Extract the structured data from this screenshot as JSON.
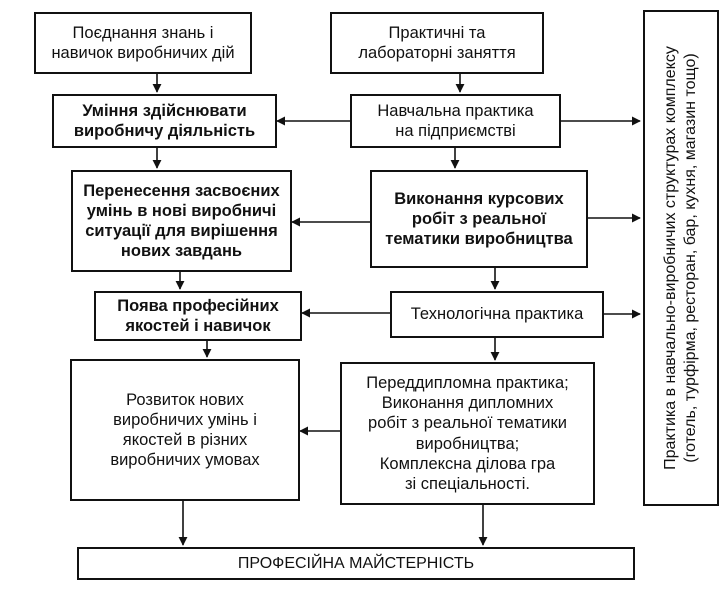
{
  "left_column": {
    "b1": "Поєднання знань і\nнавичок виробничих дій",
    "b2": "Уміння здійснювати\nвиробничу діяльність",
    "b3": "Перенесення засвоєних\nумінь в нові виробничі\nситуації для вирішення\nнових завдань",
    "b4": "Поява професійних\nякостей і навичок",
    "b5": "Розвиток нових\nвиробничих умінь і\nякостей в різних\nвиробничих умовах"
  },
  "center_column": {
    "b1": "Практичні та\nлабораторні заняття",
    "b2": "Навчальна практика\nна підприємстві",
    "b3": "Виконання курсових\nробіт з реальної\nтематики виробництва",
    "b4": "Технологічна практика",
    "b5": "Переддипломна практика;\nВиконання дипломних\nробіт з реальної тематики\nвиробництва;\nКомплексна ділова гра\nзі спеціальності."
  },
  "right_column": {
    "vertical_text": "Практика в навчально-виробничих структурах комплексу\n(готель, турфірма, ресторан, бар, кухня, магазин тощо)"
  },
  "bottom": {
    "result": "ПРОФЕСІЙНА МАЙСТЕРНІСТЬ"
  }
}
